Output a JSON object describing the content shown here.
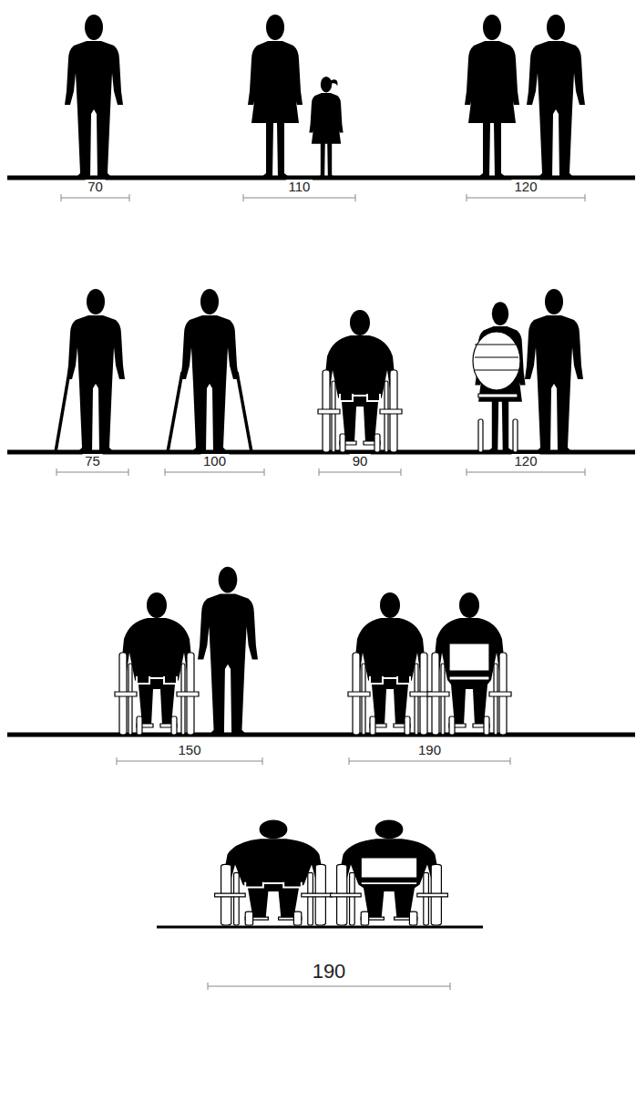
{
  "diagram": {
    "labels": [
      "70",
      "110",
      "120",
      "75",
      "100",
      "90",
      "120",
      "150",
      "190",
      "190"
    ]
  }
}
